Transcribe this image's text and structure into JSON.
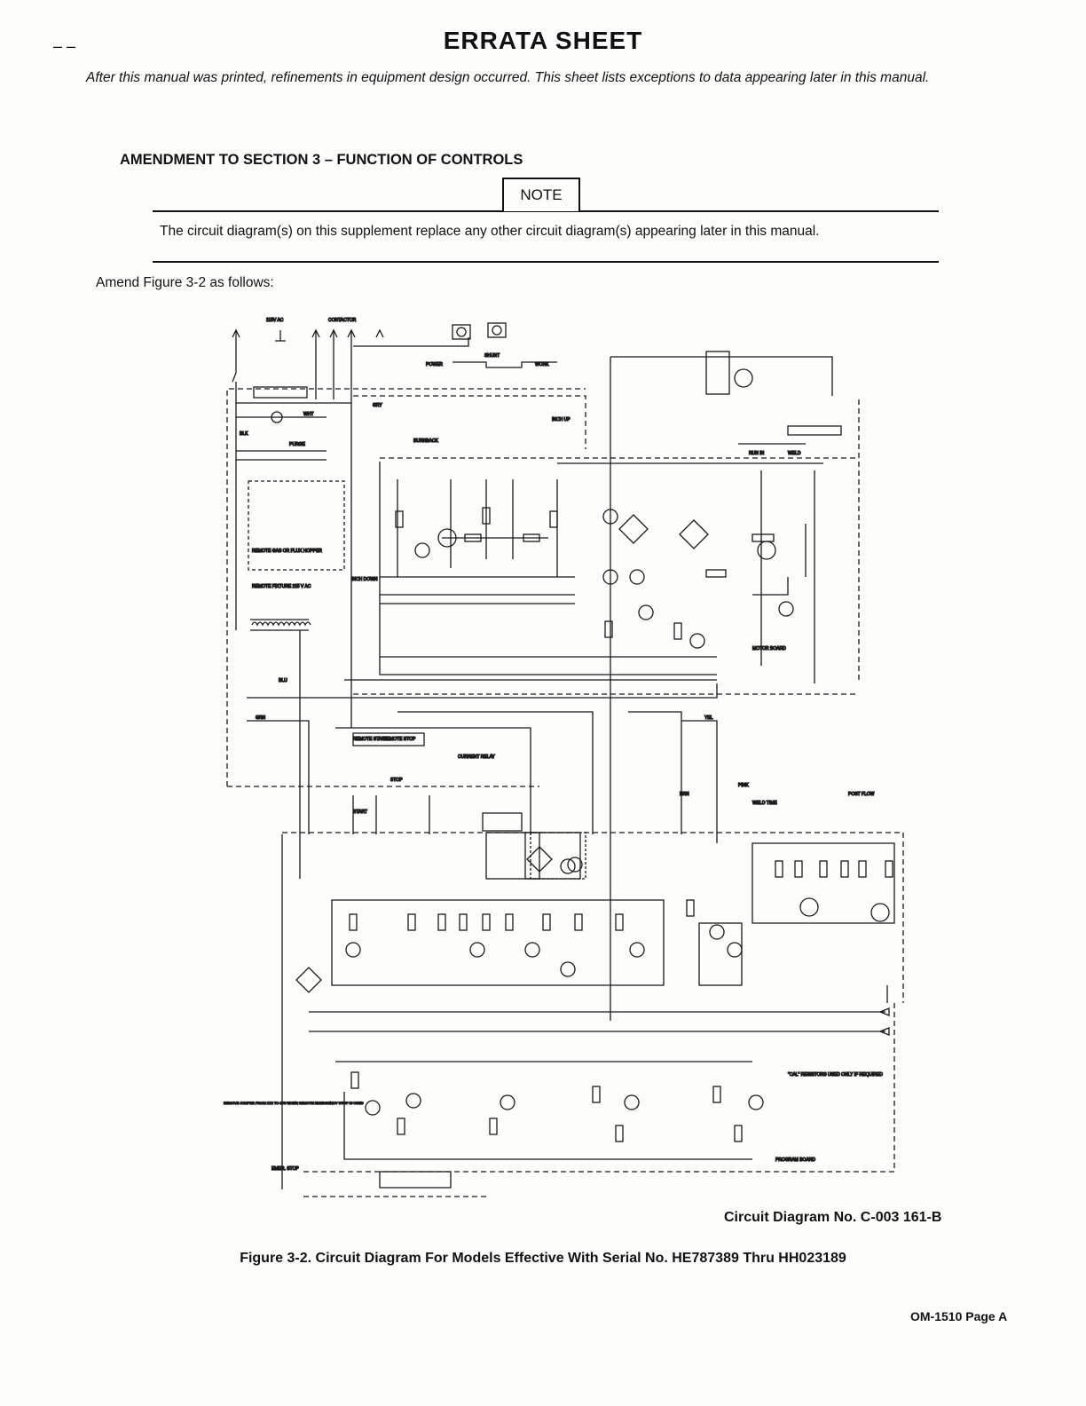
{
  "document": {
    "title": "ERRATA SHEET",
    "intro": "After this manual was printed, refinements in equipment design occurred. This sheet lists exceptions to data appearing later in this manual.",
    "amendment_heading": "AMENDMENT TO SECTION 3 – FUNCTION OF CONTROLS",
    "note_label": "NOTE",
    "note_text": "The circuit diagram(s) on this supplement replace any other circuit diagram(s) appearing later in this manual.",
    "amend_instruction": "Amend Figure 3-2 as follows:",
    "diagram_number": "Circuit Diagram No. C-003 161-B",
    "figure_caption": "Figure 3-2. Circuit Diagram For Models Effective With Serial No. HE787389 Thru HH023189",
    "page_number": "OM-1510 Page A"
  },
  "diagram_labels": {
    "ac_input": "115V AC",
    "contactor": "CONTACTOR",
    "power": "POWER",
    "work": "WORK",
    "shunt": "SHUNT",
    "purge": "PURGE",
    "remote_gas": "REMOTE GAS OR FLUX HOPPER",
    "remote_fixture": "REMOTE FIXTURE 115 V AC",
    "motor_board": "MOTOR BOARD",
    "program_board": "PROGRAM BOARD",
    "remote_start": "REMOTE START",
    "remote_stop": "REMOTE STOP",
    "current_relay": "CURRENT RELAY",
    "start": "START",
    "stop": "STOP",
    "weld_time": "WELD TIME",
    "post_flow": "POST FLOW",
    "cal_note": "\"CAL\" RESISTORS USED ONLY IF REQUIRED",
    "jumper_note": "REMOVE JUMPER FROM 1T2 TO 1T3 WHEN REMOTE EMERGENCY STOP IS USED",
    "emer_stop": "EMER. STOP",
    "inch_up": "INCH UP",
    "inch_down": "INCH DOWN",
    "burnback": "BURNBACK",
    "run_in": "RUN IN",
    "weld": "WELD",
    "gry": "GRY",
    "wht": "WHT",
    "blk": "BLK",
    "blu": "BLU",
    "grn": "GRN",
    "yel": "YEL",
    "brn": "BRN",
    "pink": "PINK"
  }
}
